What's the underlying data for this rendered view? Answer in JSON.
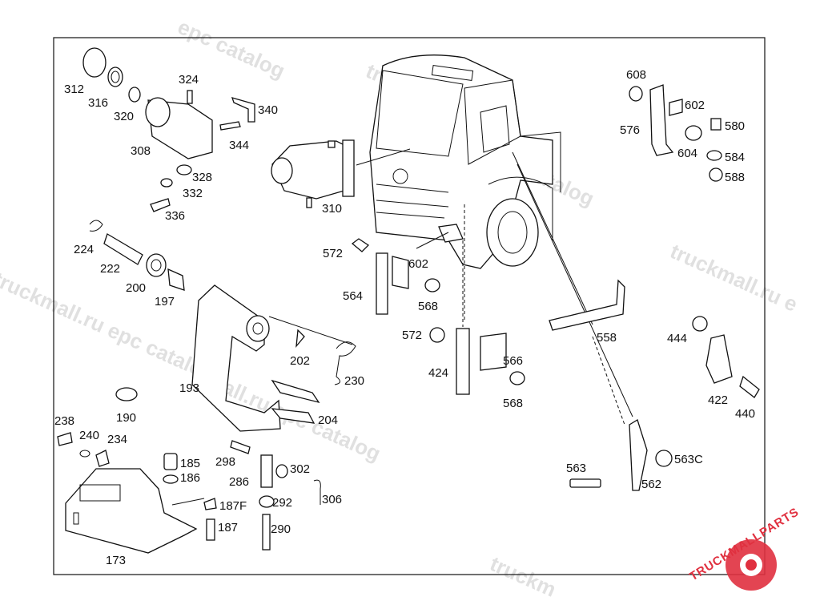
{
  "diagram": {
    "callouts": [
      "312",
      "316",
      "320",
      "324",
      "340",
      "344",
      "308",
      "328",
      "332",
      "336",
      "310",
      "224",
      "222",
      "200",
      "197",
      "193",
      "202",
      "230",
      "204",
      "190",
      "238",
      "240",
      "234",
      "185",
      "186",
      "187F",
      "187",
      "173",
      "298",
      "286",
      "302",
      "292",
      "290",
      "306",
      "572",
      "564",
      "602",
      "568",
      "572",
      "424",
      "566",
      "568",
      "558",
      "608",
      "576",
      "602",
      "580",
      "604",
      "584",
      "588",
      "444",
      "422",
      "440",
      "563",
      "563C",
      "562"
    ]
  },
  "watermark": {
    "text": "truckmall.ru epc catalog",
    "fragments": [
      "epc catalog",
      "truckmall.r",
      "truckmall.ru",
      "mall.ru epc catalog",
      "catalog",
      "truckmall.ru e",
      "ll.ru epc catalog",
      "truckm",
      "u epc catalog",
      "truckmall.ru epc catalog"
    ]
  },
  "logo": {
    "text": "TRUCKMALLPARTS",
    "color": "#e0303f"
  }
}
